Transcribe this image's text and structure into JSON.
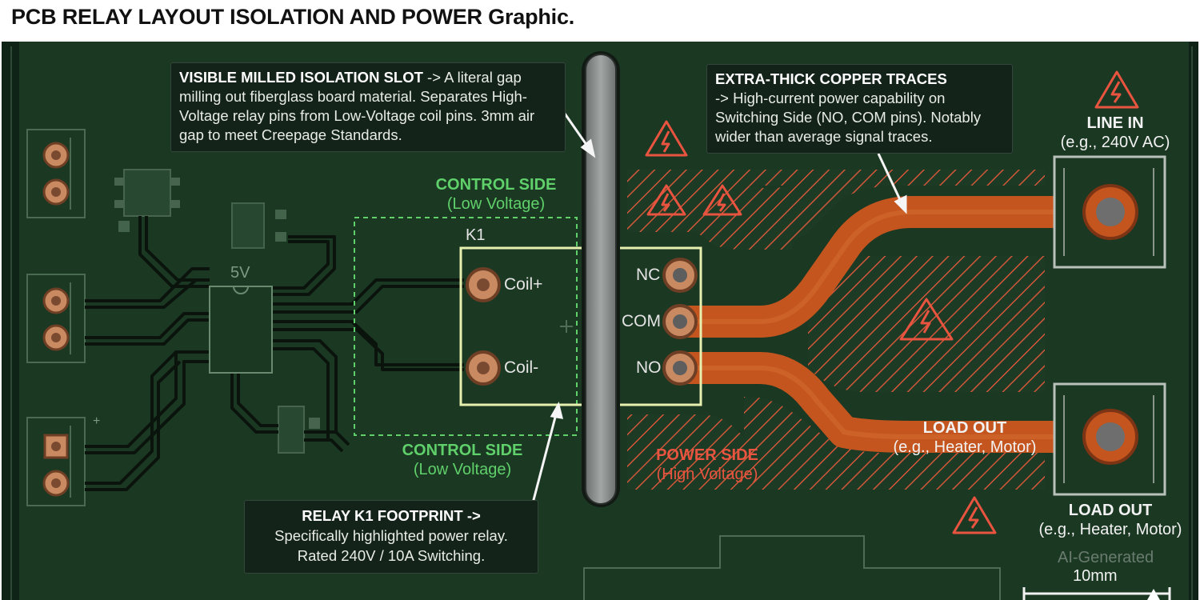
{
  "title": "PCB RELAY LAYOUT ISOLATION AND POWER Graphic.",
  "callouts": {
    "slot": {
      "heading": "VISIBLE MILLED ISOLATION SLOT",
      "body": " -> A literal gap milling out fiberglass board material. Separates High-Voltage relay pins from Low-Voltage coil pins. 3mm air gap to meet Creepage Standards."
    },
    "copper": {
      "heading": "EXTRA-THICK COPPER TRACES",
      "body": "-> High-current power capability on Switching Side (NO, COM pins). Notably wider than average signal traces."
    },
    "relay": {
      "heading": "RELAY K1 FOOTPRINT ->",
      "line1": "Specifically highlighted power relay.",
      "line2": "Rated 240V / 10A Switching."
    }
  },
  "labels": {
    "control_side_top": {
      "title": "CONTROL SIDE",
      "sub": "(Low Voltage)"
    },
    "control_side_bottom": {
      "title": "CONTROL SIDE",
      "sub": "(Low Voltage)"
    },
    "power_side": {
      "title": "POWER SIDE",
      "sub": "(High Voltage)"
    },
    "line_in": {
      "title": "LINE IN",
      "sub": "(e.g., 240V AC)"
    },
    "load_out_trace": {
      "title": "LOAD OUT",
      "sub": "(e.g., Heater, Motor)"
    },
    "load_out_terminal": {
      "title": "LOAD OUT",
      "sub": "(e.g., Heater, Motor)"
    },
    "relay_ref": "K1",
    "voltage_5v": "5V",
    "plus_mark": "+",
    "pins": {
      "coil_plus": "Coil+",
      "coil_minus": "Coil-",
      "nc": "NC",
      "com": "COM",
      "no": "NO"
    }
  },
  "watermark": "AI-Generated",
  "scale_bar": "10mm",
  "colors": {
    "board": "#1c3a24",
    "copper_trace": "#c4551f",
    "copper_hatch": "#dc5a3c",
    "pad": "#c98a62",
    "control_green": "#5fd06a",
    "power_red": "#e8543f",
    "slot_gray": "#8a8e8c",
    "relay_outline": "#e8f0b0"
  }
}
